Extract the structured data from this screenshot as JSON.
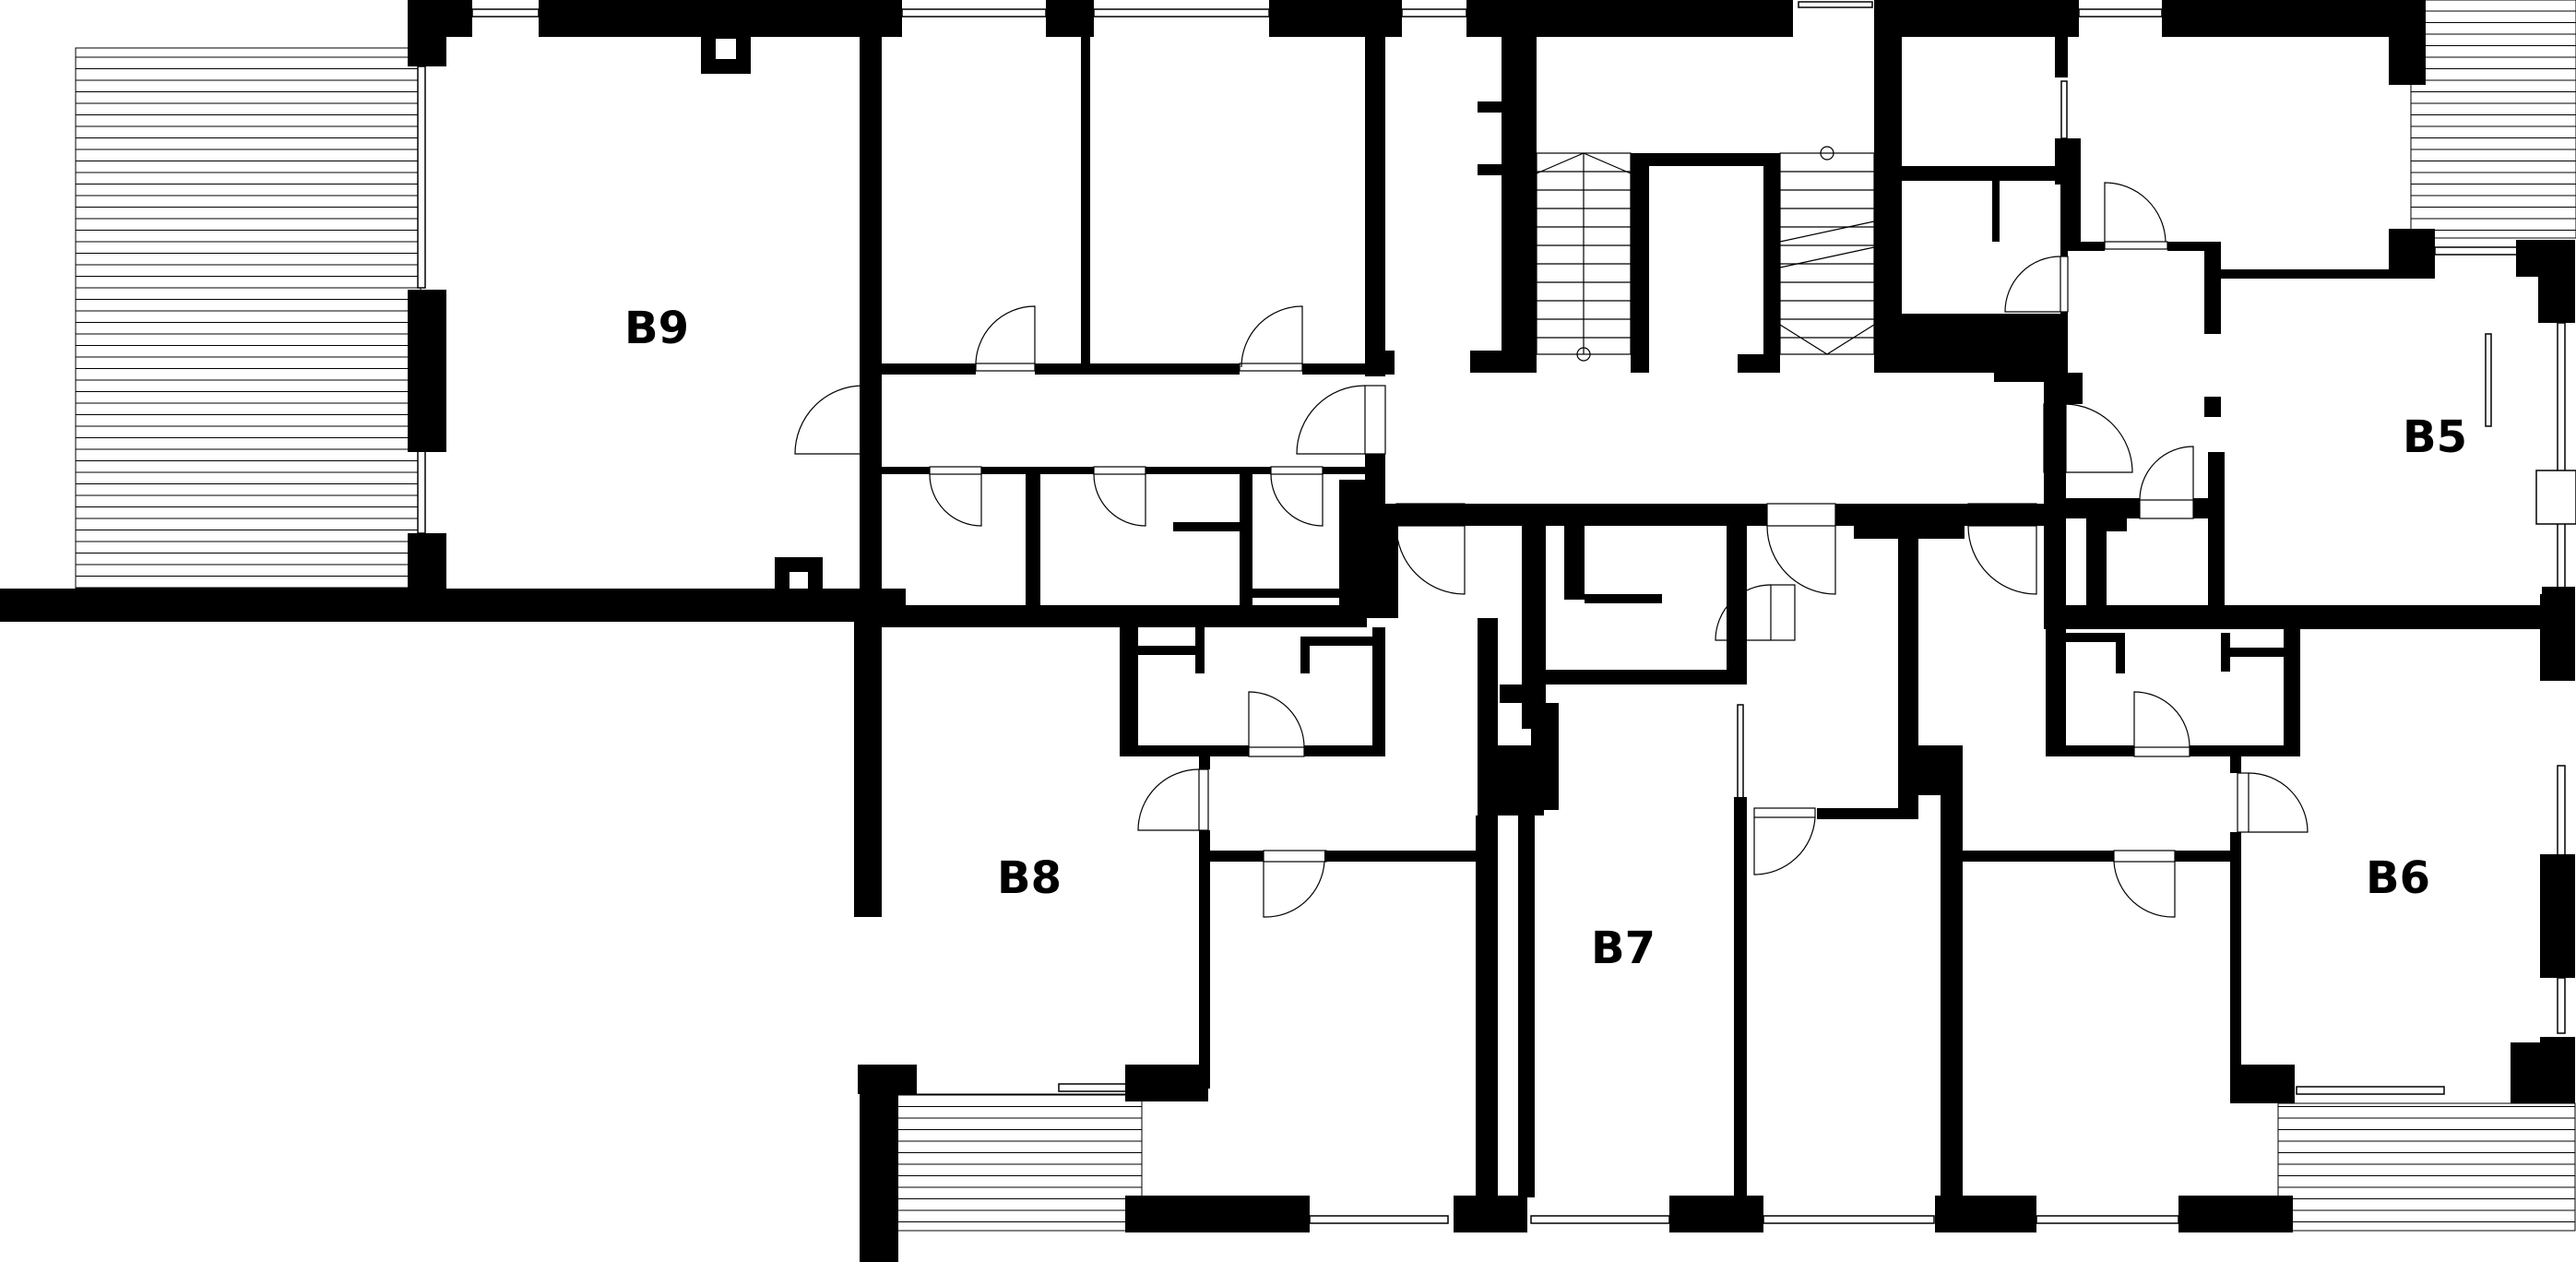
{
  "units": [
    {
      "id": "B9",
      "label": "B9"
    },
    {
      "id": "B5",
      "label": "B5"
    },
    {
      "id": "B8",
      "label": "B8"
    },
    {
      "id": "B7",
      "label": "B7"
    },
    {
      "id": "B6",
      "label": "B6"
    }
  ]
}
